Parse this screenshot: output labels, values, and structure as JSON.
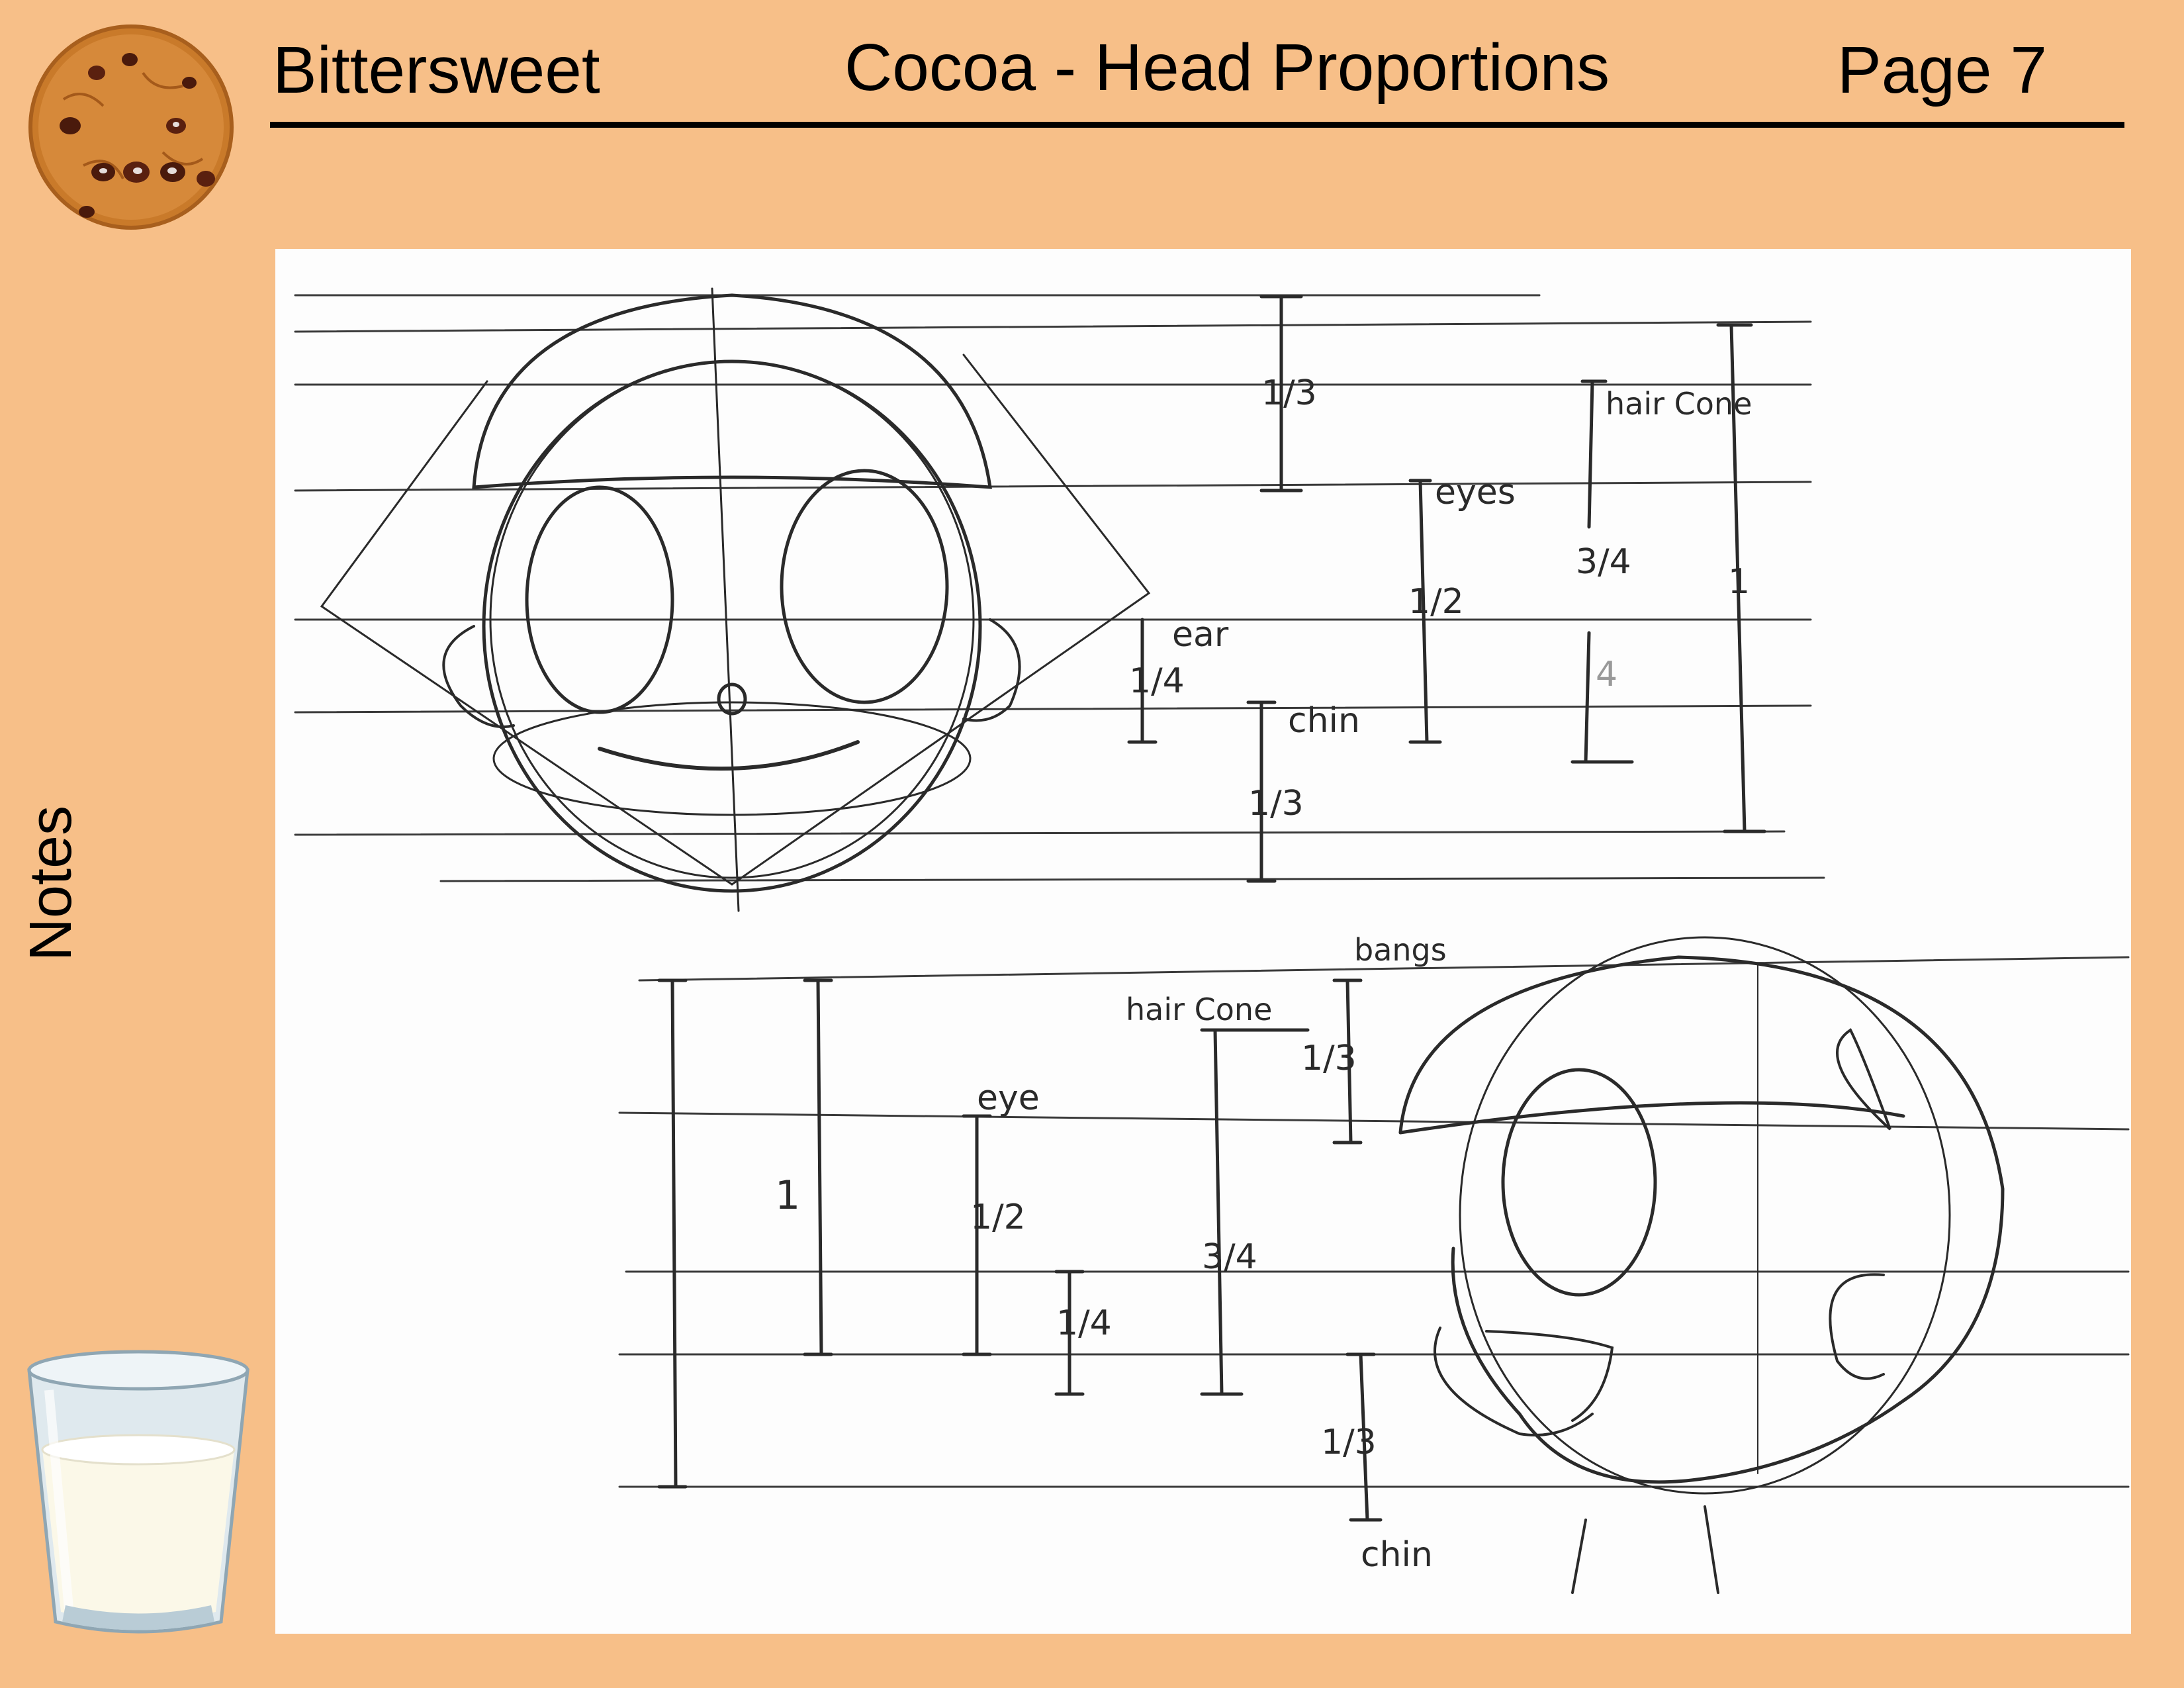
{
  "header": {
    "project": "Bittersweet",
    "title": "Cocoa - Head Proportions",
    "page": "Page 7"
  },
  "sidebar": {
    "notes_label": "Notes",
    "top_icon": "cookie-icon",
    "bottom_icon": "milk-glass-icon"
  },
  "sketch": {
    "front_view": {
      "labels": {
        "top_third": "1/3",
        "eyes": "eyes",
        "eyes_fraction": "1/2",
        "hair_cone": "hair Cone",
        "hair_fraction": "3/4",
        "side_one": "1",
        "ear": "ear",
        "ear_fraction": "1/4",
        "chin": "chin",
        "chin_third": "1/3",
        "faint_quarter": "4"
      }
    },
    "side_view": {
      "labels": {
        "bangs": "bangs",
        "hair_cone": "hair Cone",
        "top_third": "1/3",
        "eye": "eye",
        "eye_fraction": "1/2",
        "one": "1",
        "hair_fraction": "3/4",
        "quarter": "1/4",
        "bottom_third": "1/3",
        "chin": "chin"
      }
    }
  },
  "colors": {
    "background": "#f7bf88",
    "sketch_paper": "#fdfdfd",
    "pencil": "#2a2a2a"
  }
}
